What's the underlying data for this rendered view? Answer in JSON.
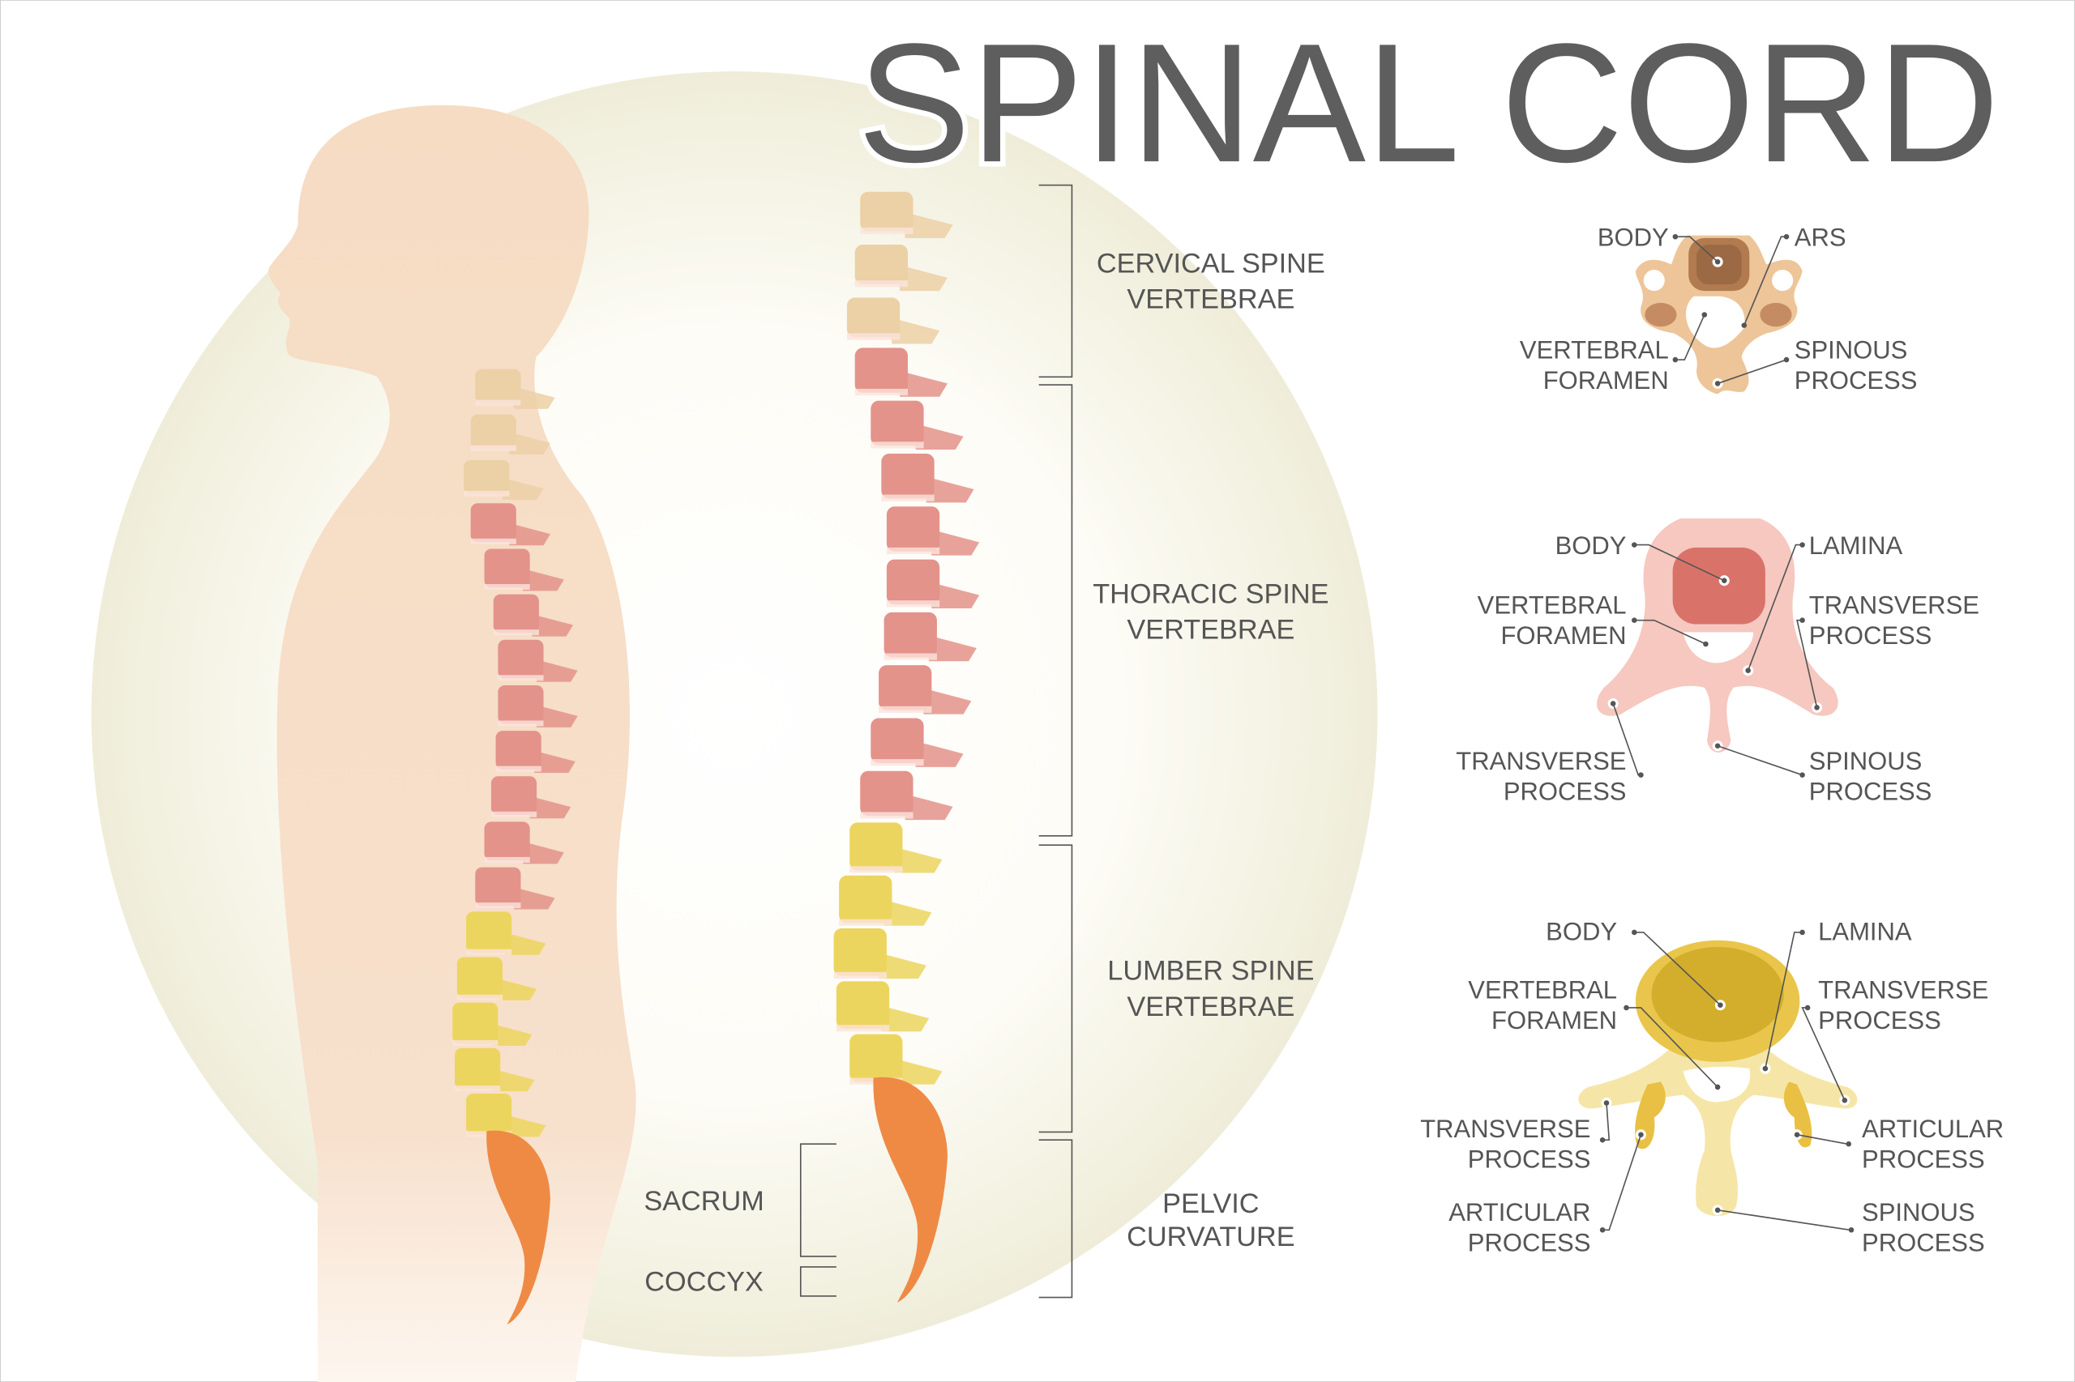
{
  "title": "SPINAL CORD",
  "regions": {
    "cervical": [
      "CERVICAL SPINE",
      "VERTEBRAE"
    ],
    "thoracic": [
      "THORACIC SPINE",
      "VERTEBRAE"
    ],
    "lumbar": [
      "LUMBER SPINE",
      "VERTEBRAE"
    ],
    "pelvic": [
      "PELVIC",
      "CURVATURE"
    ],
    "sacrum": "SACRUM",
    "coccyx": "COCCYX"
  },
  "cervical_vertebra": {
    "body": "BODY",
    "ars": "ARS",
    "vertebral_foramen": [
      "VERTEBRAL",
      "FORAMEN"
    ],
    "spinous_process": [
      "SPINOUS",
      "PROCESS"
    ]
  },
  "thoracic_vertebra": {
    "body": "BODY",
    "lamina": "LAMINA",
    "vertebral_foramen": [
      "VERTEBRAL",
      "FORAMEN"
    ],
    "transverse_process_right": [
      "TRANSVERSE",
      "PROCESS"
    ],
    "transverse_process_left": [
      "TRANSVERSE",
      "PROCESS"
    ],
    "spinous_process": [
      "SPINOUS",
      "PROCESS"
    ]
  },
  "lumbar_vertebra": {
    "body": "BODY",
    "lamina": "LAMINA",
    "vertebral_foramen": [
      "VERTEBRAL",
      "FORAMEN"
    ],
    "transverse_process_right": [
      "TRANSVERSE",
      "PROCESS"
    ],
    "transverse_process_left": [
      "TRANSVERSE",
      "PROCESS"
    ],
    "articular_process_right": [
      "ARTICULAR",
      "PROCESS"
    ],
    "articular_process_left": [
      "ARTICULAR",
      "PROCESS"
    ],
    "spinous_process": [
      "SPINOUS",
      "PROCESS"
    ]
  },
  "colors": {
    "cervical": "#ecd0a6",
    "thoracic": "#e3938a",
    "lumbar": "#ecd55e",
    "sacrum": "#ef8a45",
    "skin": "#f6dcc3",
    "title": "#5e5e5e"
  }
}
